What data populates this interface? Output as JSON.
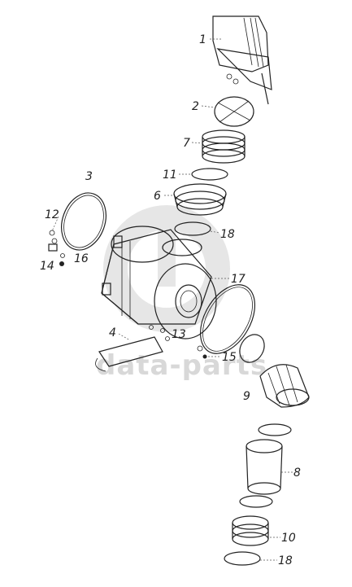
{
  "watermark": {
    "text": "data-parts"
  },
  "callouts": [
    {
      "id": "c1",
      "label": "1"
    },
    {
      "id": "c2",
      "label": "2"
    },
    {
      "id": "c7",
      "label": "7"
    },
    {
      "id": "c11",
      "label": "11"
    },
    {
      "id": "c6",
      "label": "6"
    },
    {
      "id": "c3",
      "label": "3"
    },
    {
      "id": "c18a",
      "label": "18"
    },
    {
      "id": "c12",
      "label": "12"
    },
    {
      "id": "c14",
      "label": "14"
    },
    {
      "id": "c16",
      "label": "16"
    },
    {
      "id": "c17",
      "label": "17"
    },
    {
      "id": "c4",
      "label": "4"
    },
    {
      "id": "c13",
      "label": "13"
    },
    {
      "id": "c15",
      "label": "15"
    },
    {
      "id": "c9",
      "label": "9"
    },
    {
      "id": "c8",
      "label": "8"
    },
    {
      "id": "c10",
      "label": "10"
    },
    {
      "id": "c18b",
      "label": "18"
    }
  ]
}
